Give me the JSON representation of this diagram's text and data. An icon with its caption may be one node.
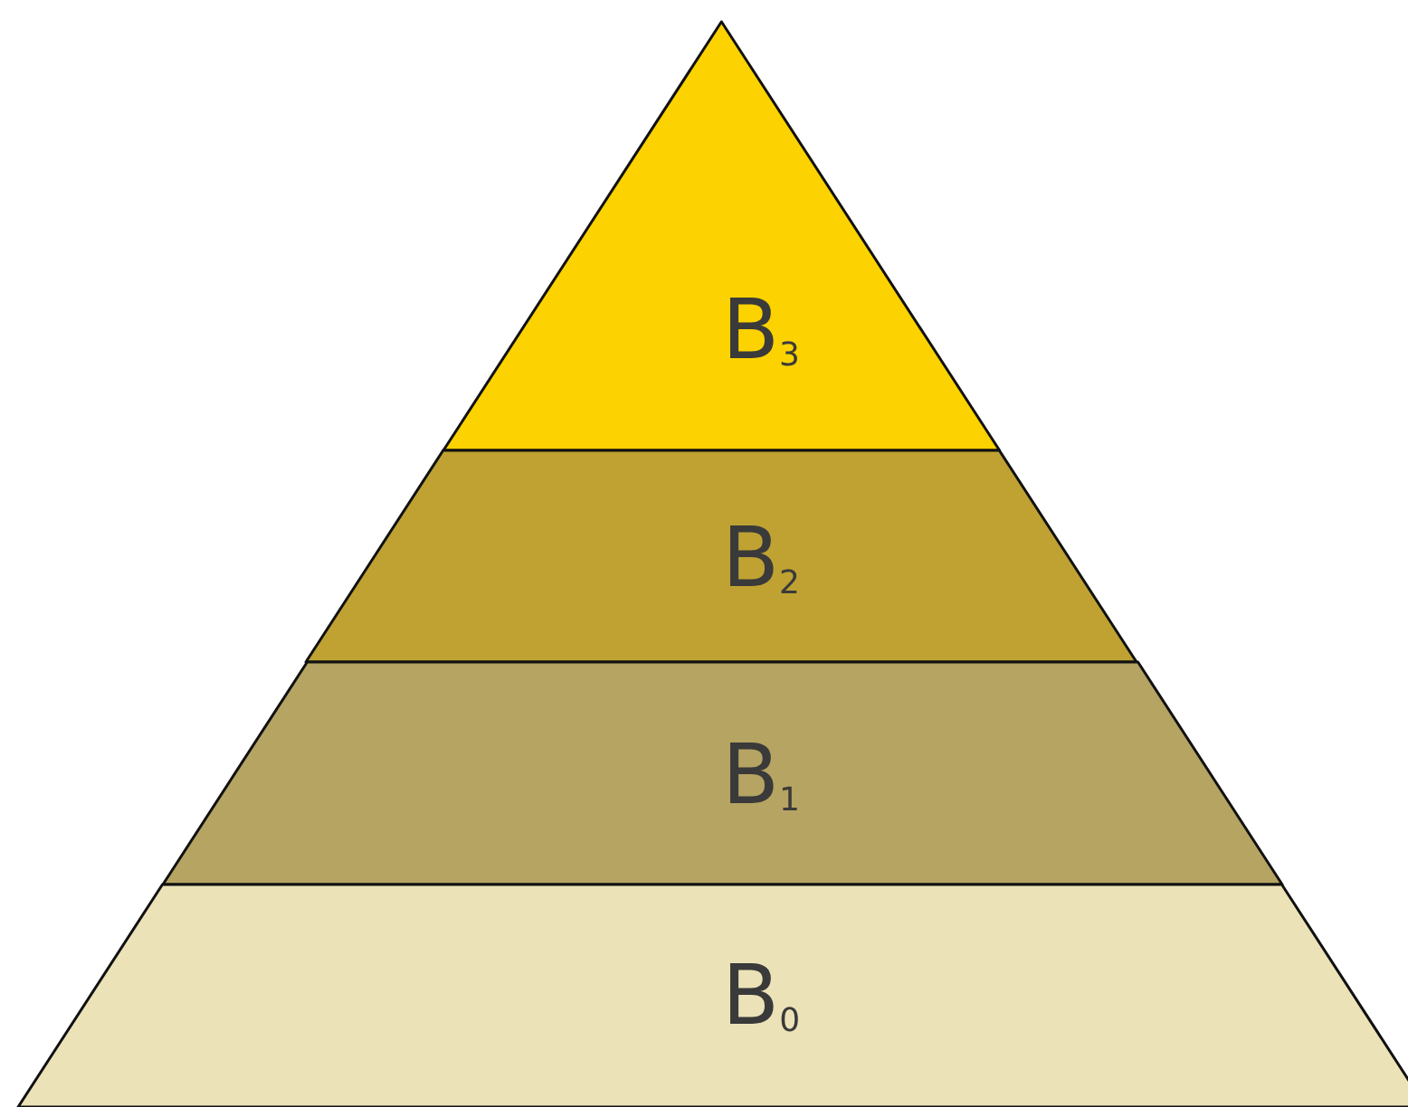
{
  "diagram": {
    "nodes": [
      {
        "text": [
          "B$_{3}$"
        ]
      },
      {
        "text": [
          "B$_{2}$"
        ]
      },
      {
        "text": [
          "B$_{1}$"
        ]
      },
      {
        "text": [
          "B$_{0}$"
        ]
      }
    ]
  }
}
